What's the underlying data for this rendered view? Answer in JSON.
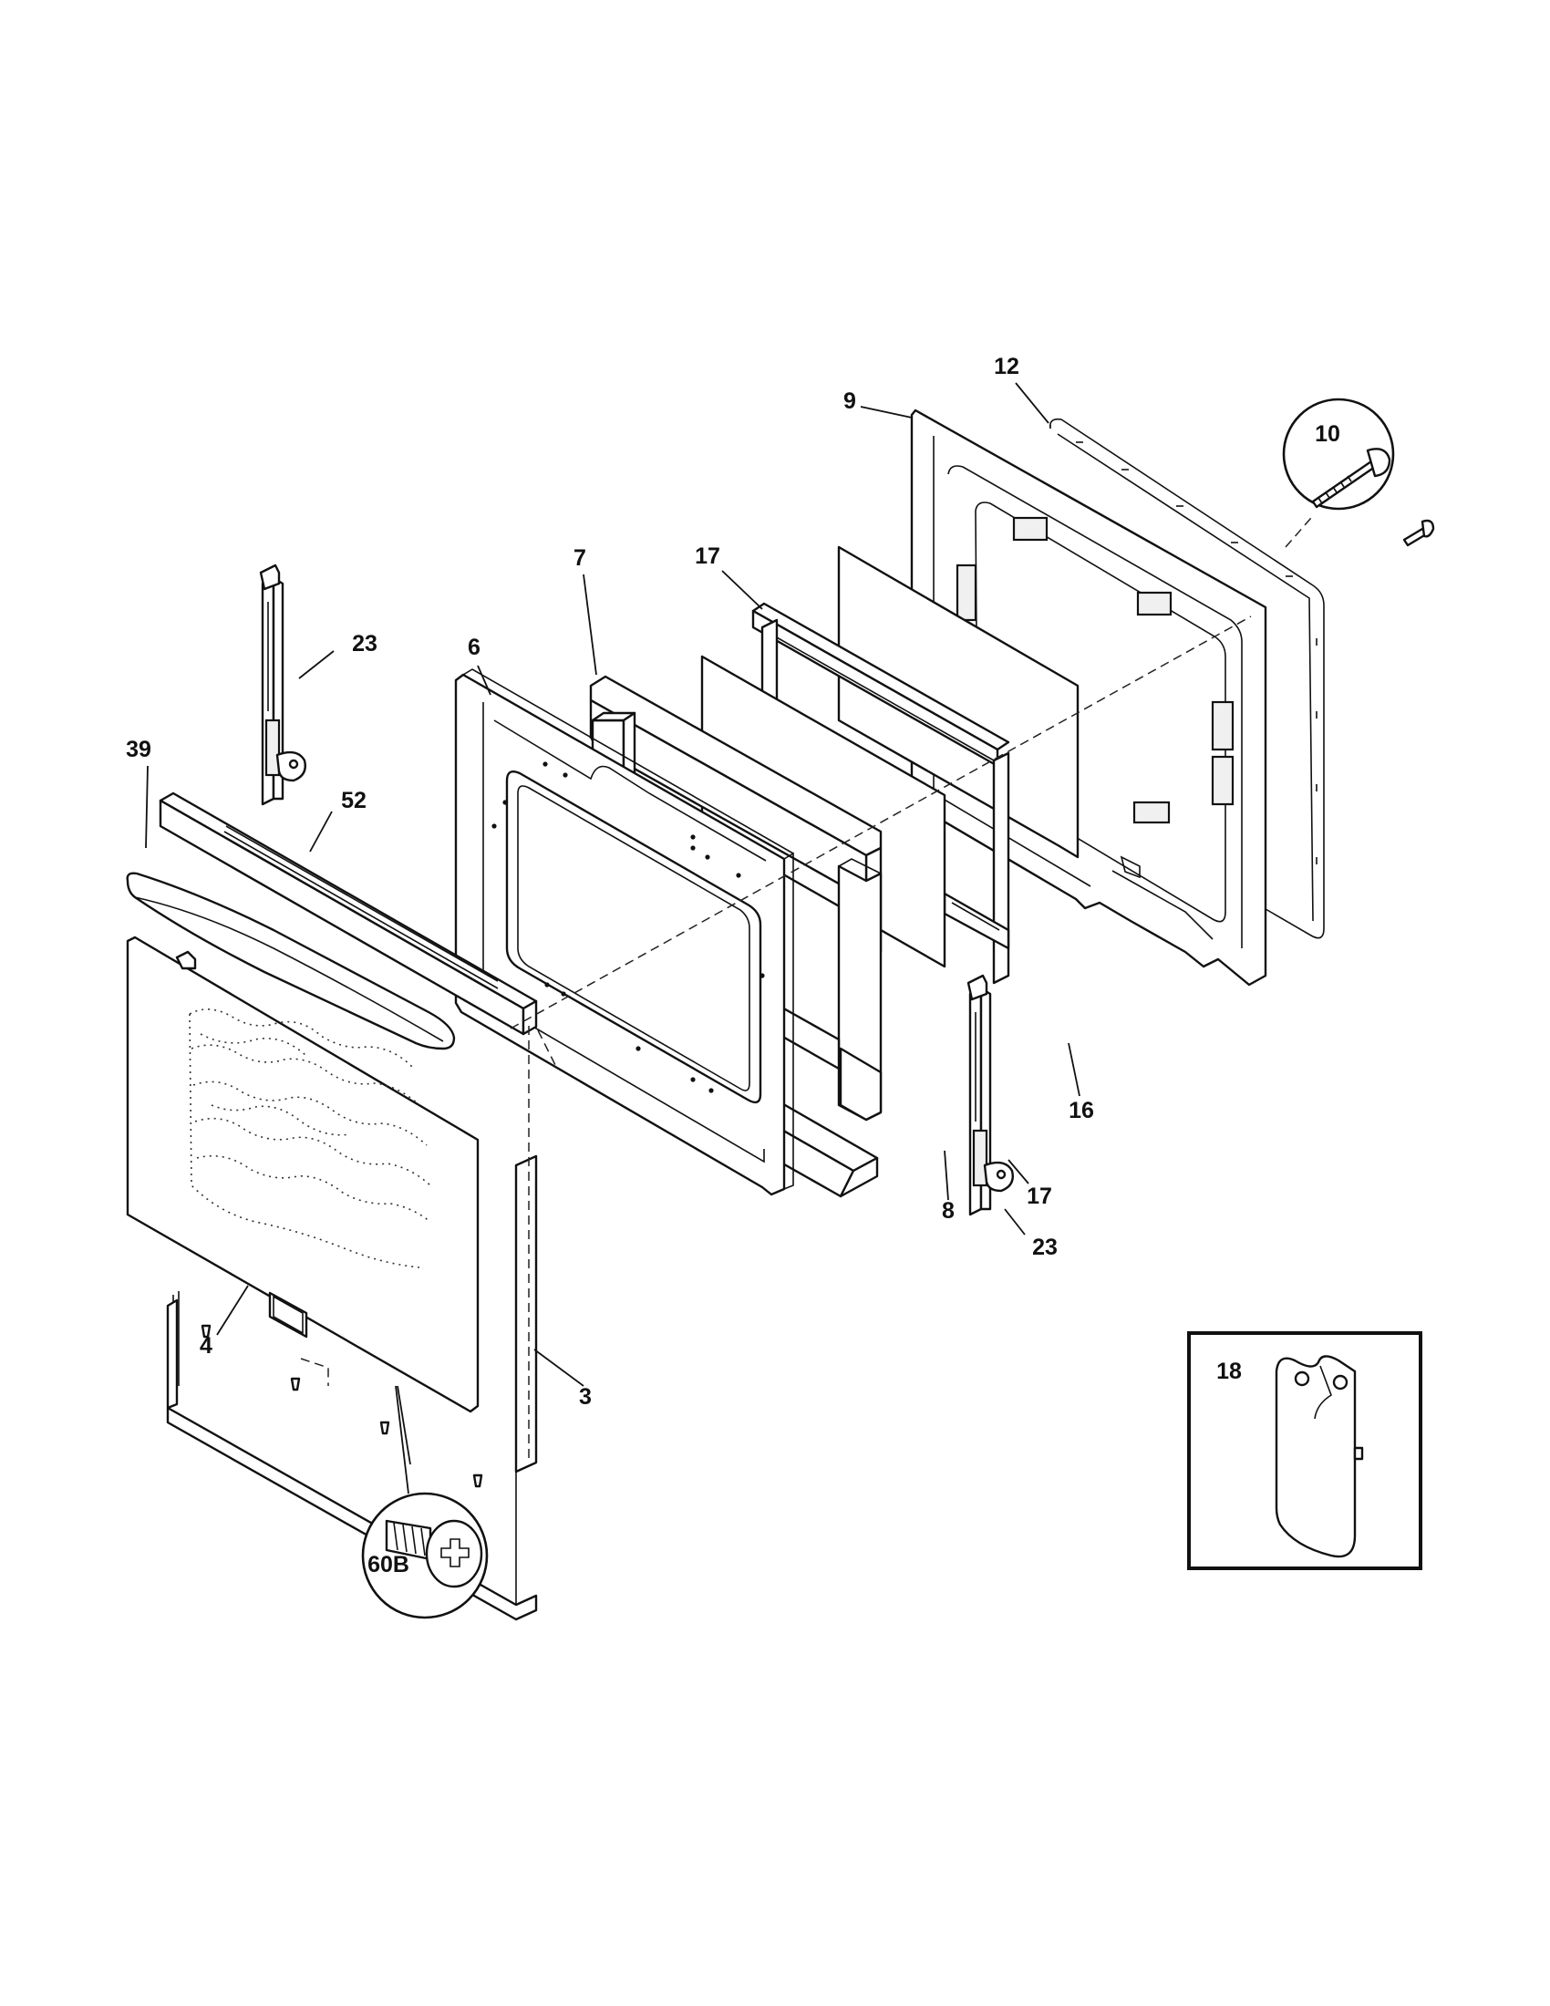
{
  "callouts": [
    {
      "id": "3",
      "text": "3"
    },
    {
      "id": "4",
      "text": "4"
    },
    {
      "id": "6",
      "text": "6"
    },
    {
      "id": "7",
      "text": "7"
    },
    {
      "id": "8",
      "text": "8"
    },
    {
      "id": "9",
      "text": "9"
    },
    {
      "id": "10",
      "text": "10"
    },
    {
      "id": "12",
      "text": "12"
    },
    {
      "id": "16",
      "text": "16"
    },
    {
      "id": "17a",
      "text": "17"
    },
    {
      "id": "17b",
      "text": "17"
    },
    {
      "id": "18",
      "text": "18"
    },
    {
      "id": "23a",
      "text": "23"
    },
    {
      "id": "23b",
      "text": "23"
    },
    {
      "id": "39",
      "text": "39"
    },
    {
      "id": "52",
      "text": "52"
    },
    {
      "id": "60B",
      "text": "60B"
    }
  ],
  "icons": [
    "door-panel",
    "inner-door-liner",
    "insulation",
    "glass-panel",
    "hinge",
    "vent-trim",
    "handle",
    "screw",
    "shoulder-bolt",
    "hinge-cover-bracket"
  ]
}
